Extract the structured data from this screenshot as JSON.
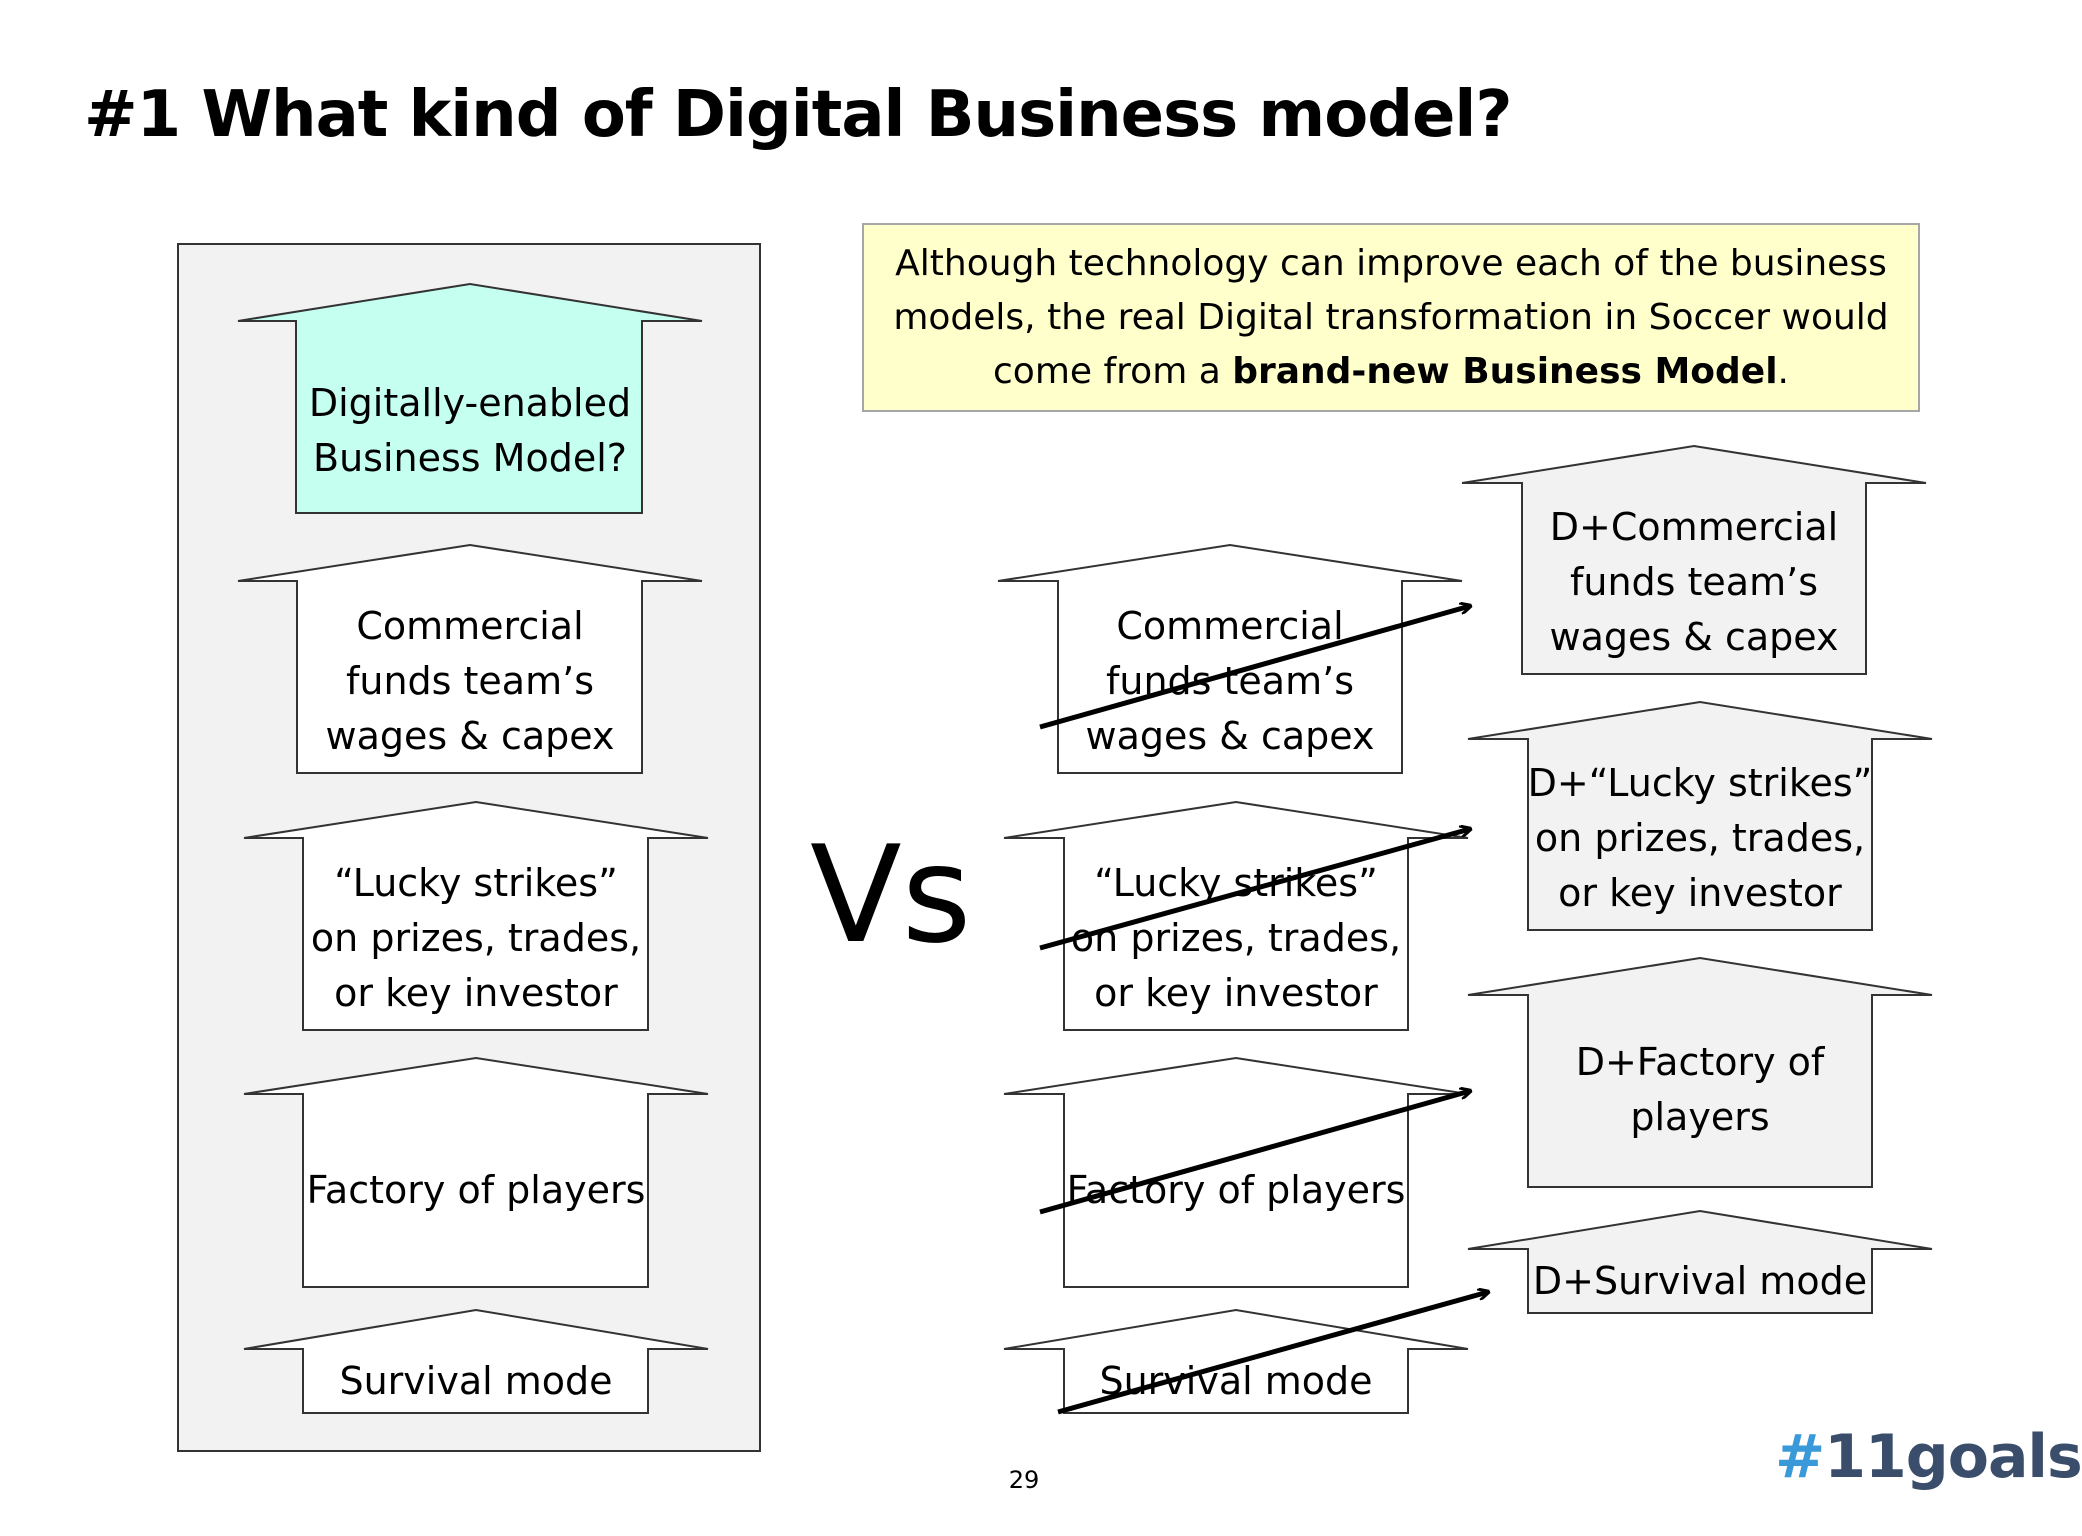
{
  "title": "#1 What kind of Digital Business model?",
  "note": {
    "text_before": "Although technology can improve each of the business models, the real Digital transformation in Soccer would come from a ",
    "bold": "brand-new Business Model",
    "text_after": "."
  },
  "vs": "Vs",
  "left_stack": [
    {
      "label": "Digitally-enabled Business Model?",
      "fill": "#c5fff0"
    },
    {
      "label": "Commercial funds team’s wages & capex",
      "fill": "#ffffff"
    },
    {
      "label": "“Lucky strikes” on prizes, trades, or key investor",
      "fill": "#ffffff"
    },
    {
      "label": "Factory of players",
      "fill": "#ffffff"
    },
    {
      "label": "Survival mode",
      "fill": "#ffffff"
    }
  ],
  "middle_stack": [
    {
      "label": "Commercial funds team’s wages & capex"
    },
    {
      "label": "“Lucky strikes” on prizes, trades, or key investor"
    },
    {
      "label": "Factory of players"
    },
    {
      "label": "Survival mode"
    }
  ],
  "right_stack": [
    {
      "label": "D+Commercial funds team’s wages & capex"
    },
    {
      "label": "D+“Lucky strikes” on prizes, trades, or key investor"
    },
    {
      "label": "D+Factory of players"
    },
    {
      "label": "D+Survival mode"
    }
  ],
  "page_number": "29",
  "logo": {
    "hash": "#",
    "word": "11goals"
  },
  "colors": {
    "right_fill": "#f2f2f2",
    "panel": "#f2f2f2",
    "note_bg": "#ffffcc",
    "logo_blue": "#3a9ad9"
  }
}
